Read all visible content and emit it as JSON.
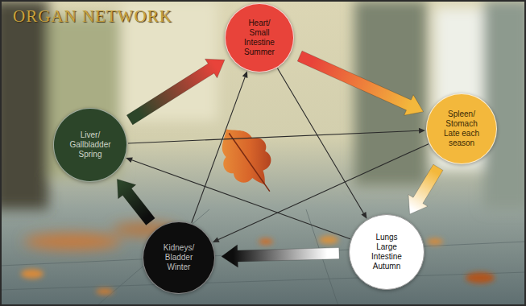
{
  "diagram": {
    "title": "ORGAN NETWORK",
    "nodes": [
      {
        "text": [
          "Heart/ Small Intestine Summer"
        ]
      },
      {
        "text": [
          "Liver/ Gallbladder Spring"
        ]
      },
      {
        "text": [
          "Spleen/ Stomach Late each season"
        ]
      },
      {
        "text": [
          "Kidneys/ Bladder Winter"
        ]
      },
      {
        "text": [
          "Lungs Large Intestine Autumn"
        ]
      }
    ],
    "edges": [
      {
        "from": 1,
        "to": 0,
        "arrow": "to"
      },
      {
        "from": 0,
        "to": 2,
        "arrow": "to"
      },
      {
        "from": 2,
        "to": 4,
        "arrow": "to"
      },
      {
        "from": 4,
        "to": 3,
        "arrow": "to"
      },
      {
        "from": 3,
        "to": 1,
        "arrow": "to"
      },
      {
        "from": 3,
        "to": 0,
        "arrow": "to"
      },
      {
        "from": 0,
        "to": 4,
        "arrow": "to"
      },
      {
        "from": 4,
        "to": 1,
        "arrow": "to"
      },
      {
        "from": 1,
        "to": 2,
        "arrow": "to"
      },
      {
        "from": 2,
        "to": 3,
        "arrow": "to"
      }
    ]
  }
}
